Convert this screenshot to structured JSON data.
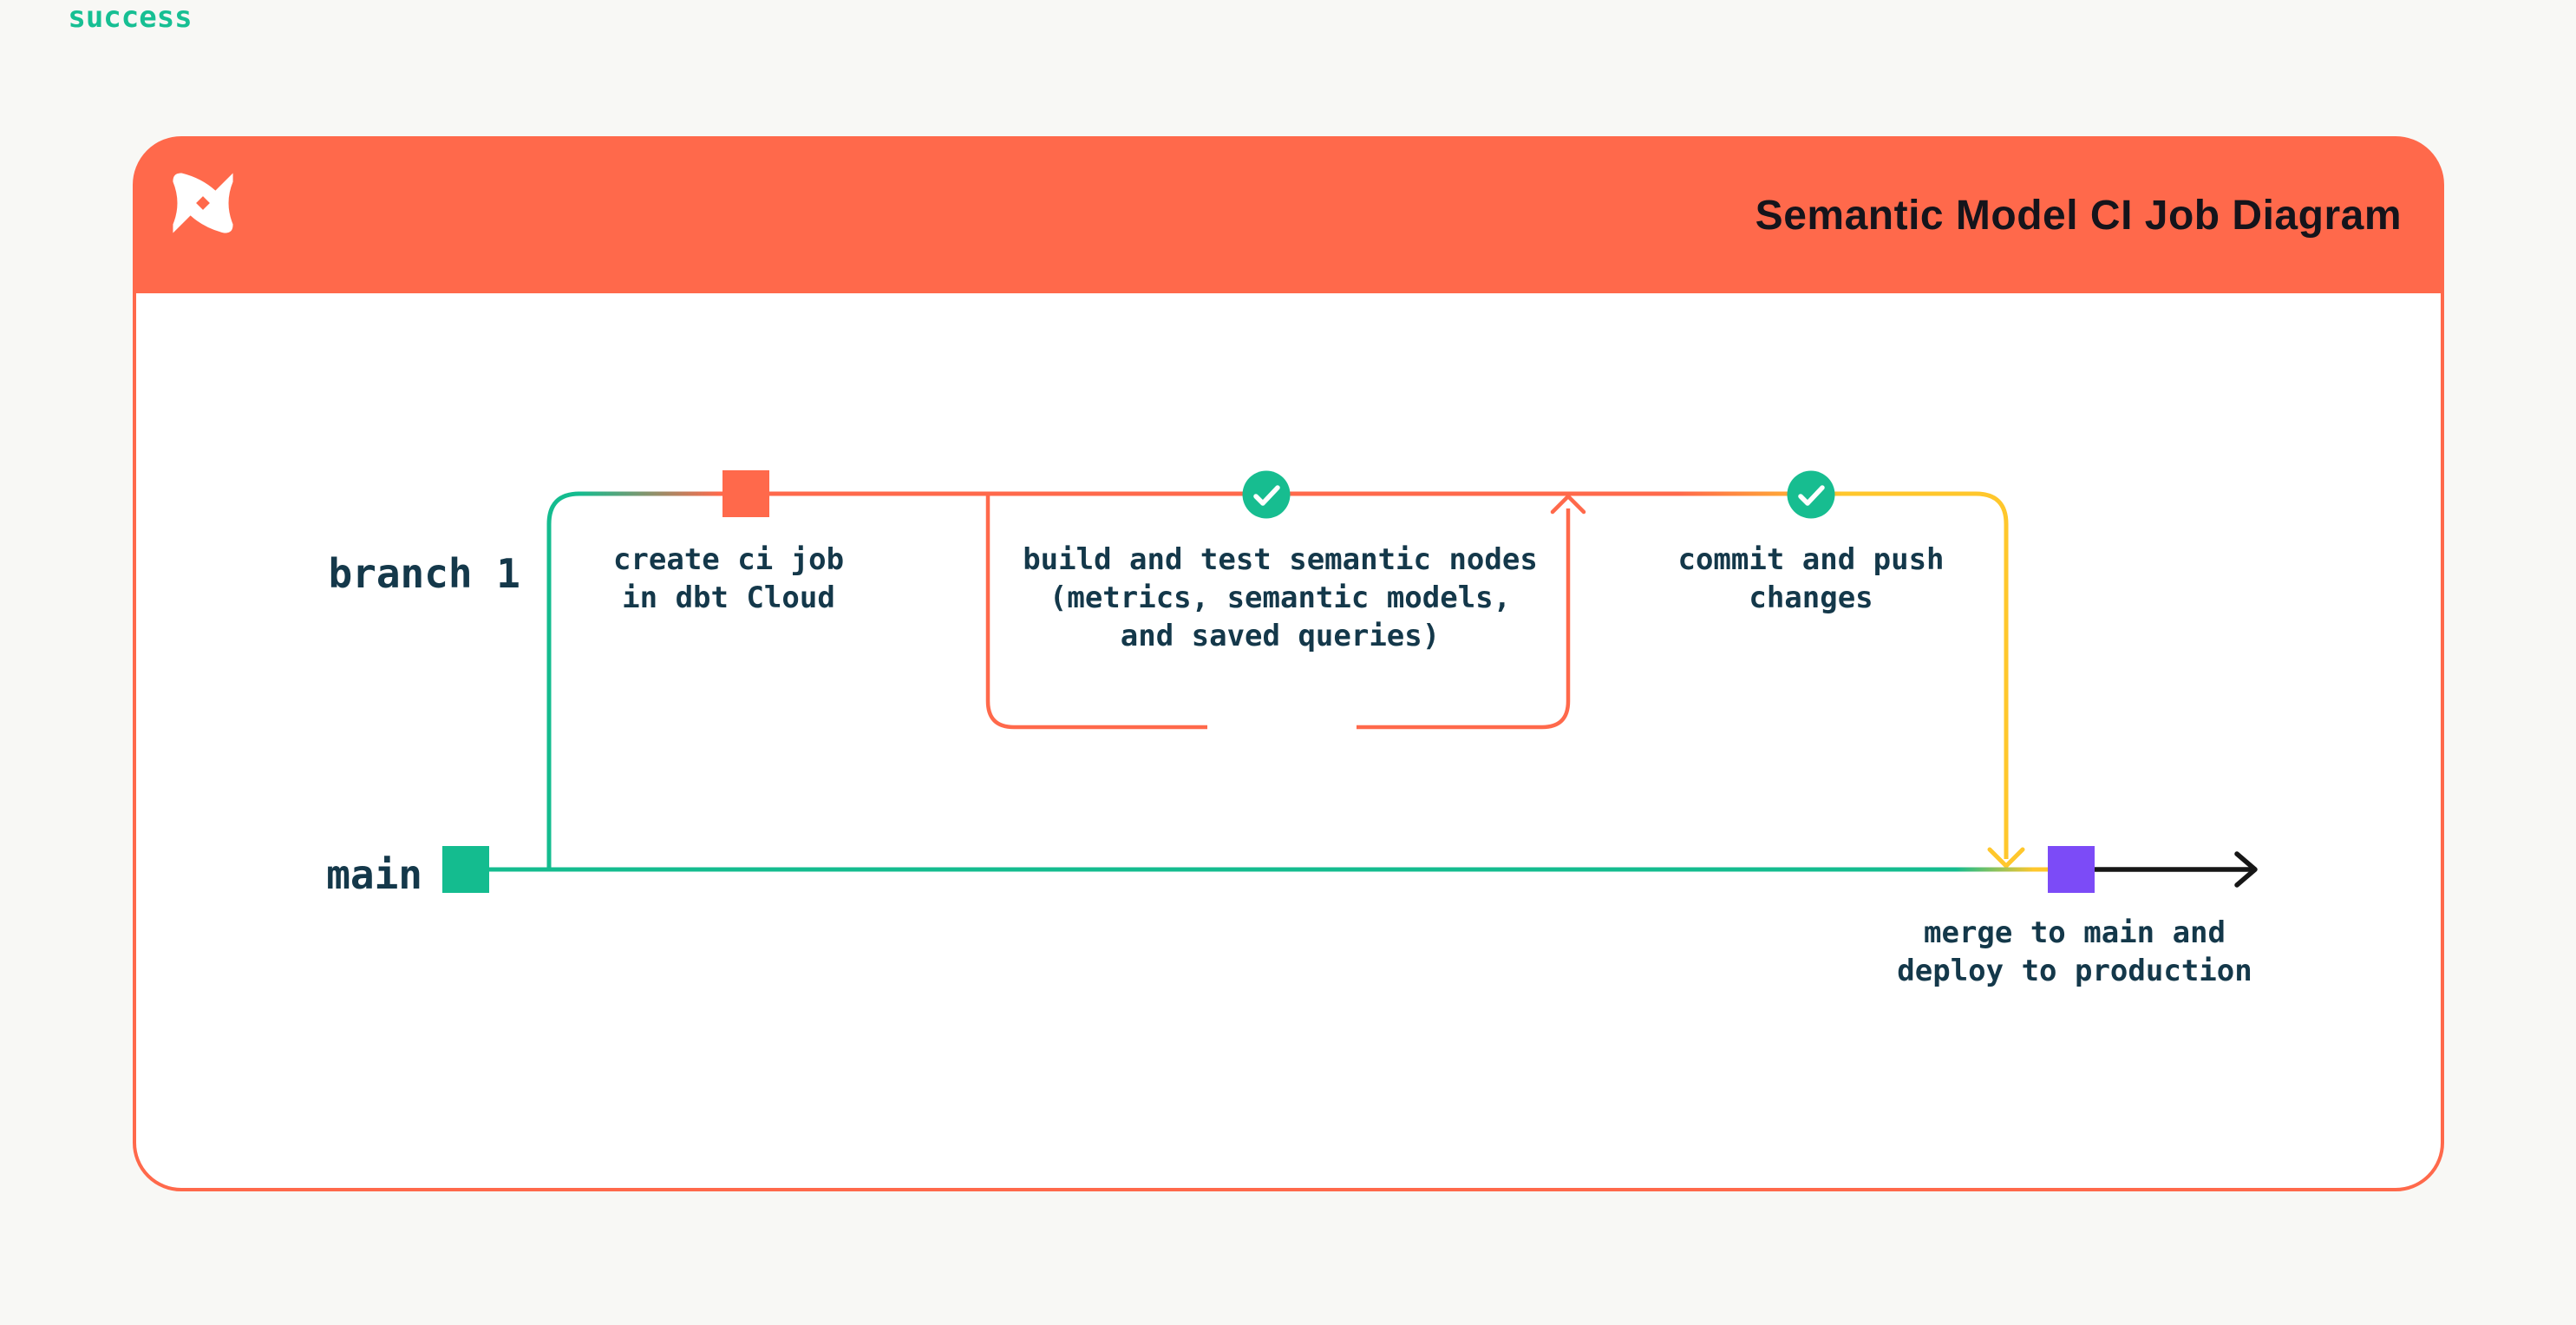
{
  "header": {
    "title": "Semantic Model CI Job Diagram",
    "logo": "dbt-logo"
  },
  "diagram": {
    "labels": {
      "branch": "branch 1",
      "main": "main"
    },
    "steps": {
      "create_ci": "create ci job\nin dbt Cloud",
      "build_test": "build and test semantic nodes\n(metrics, semantic models,\nand saved queries)",
      "commit_push": "commit and push\nchanges",
      "merge_deploy": "merge to main and\ndeploy to production"
    },
    "loop": {
      "success_label": "success"
    },
    "icons": [
      "dbt-logo-icon",
      "check-icon",
      "check-icon"
    ],
    "colors": {
      "brand_orange": "#FF694B",
      "green": "#14BC8F",
      "yellow": "#FFC72C",
      "purple": "#7C4BF7",
      "arrow_black": "#161616",
      "text_dark": "#14384A",
      "card_bg": "#FFFFFF",
      "page_bg": "#F8F8F5"
    }
  }
}
